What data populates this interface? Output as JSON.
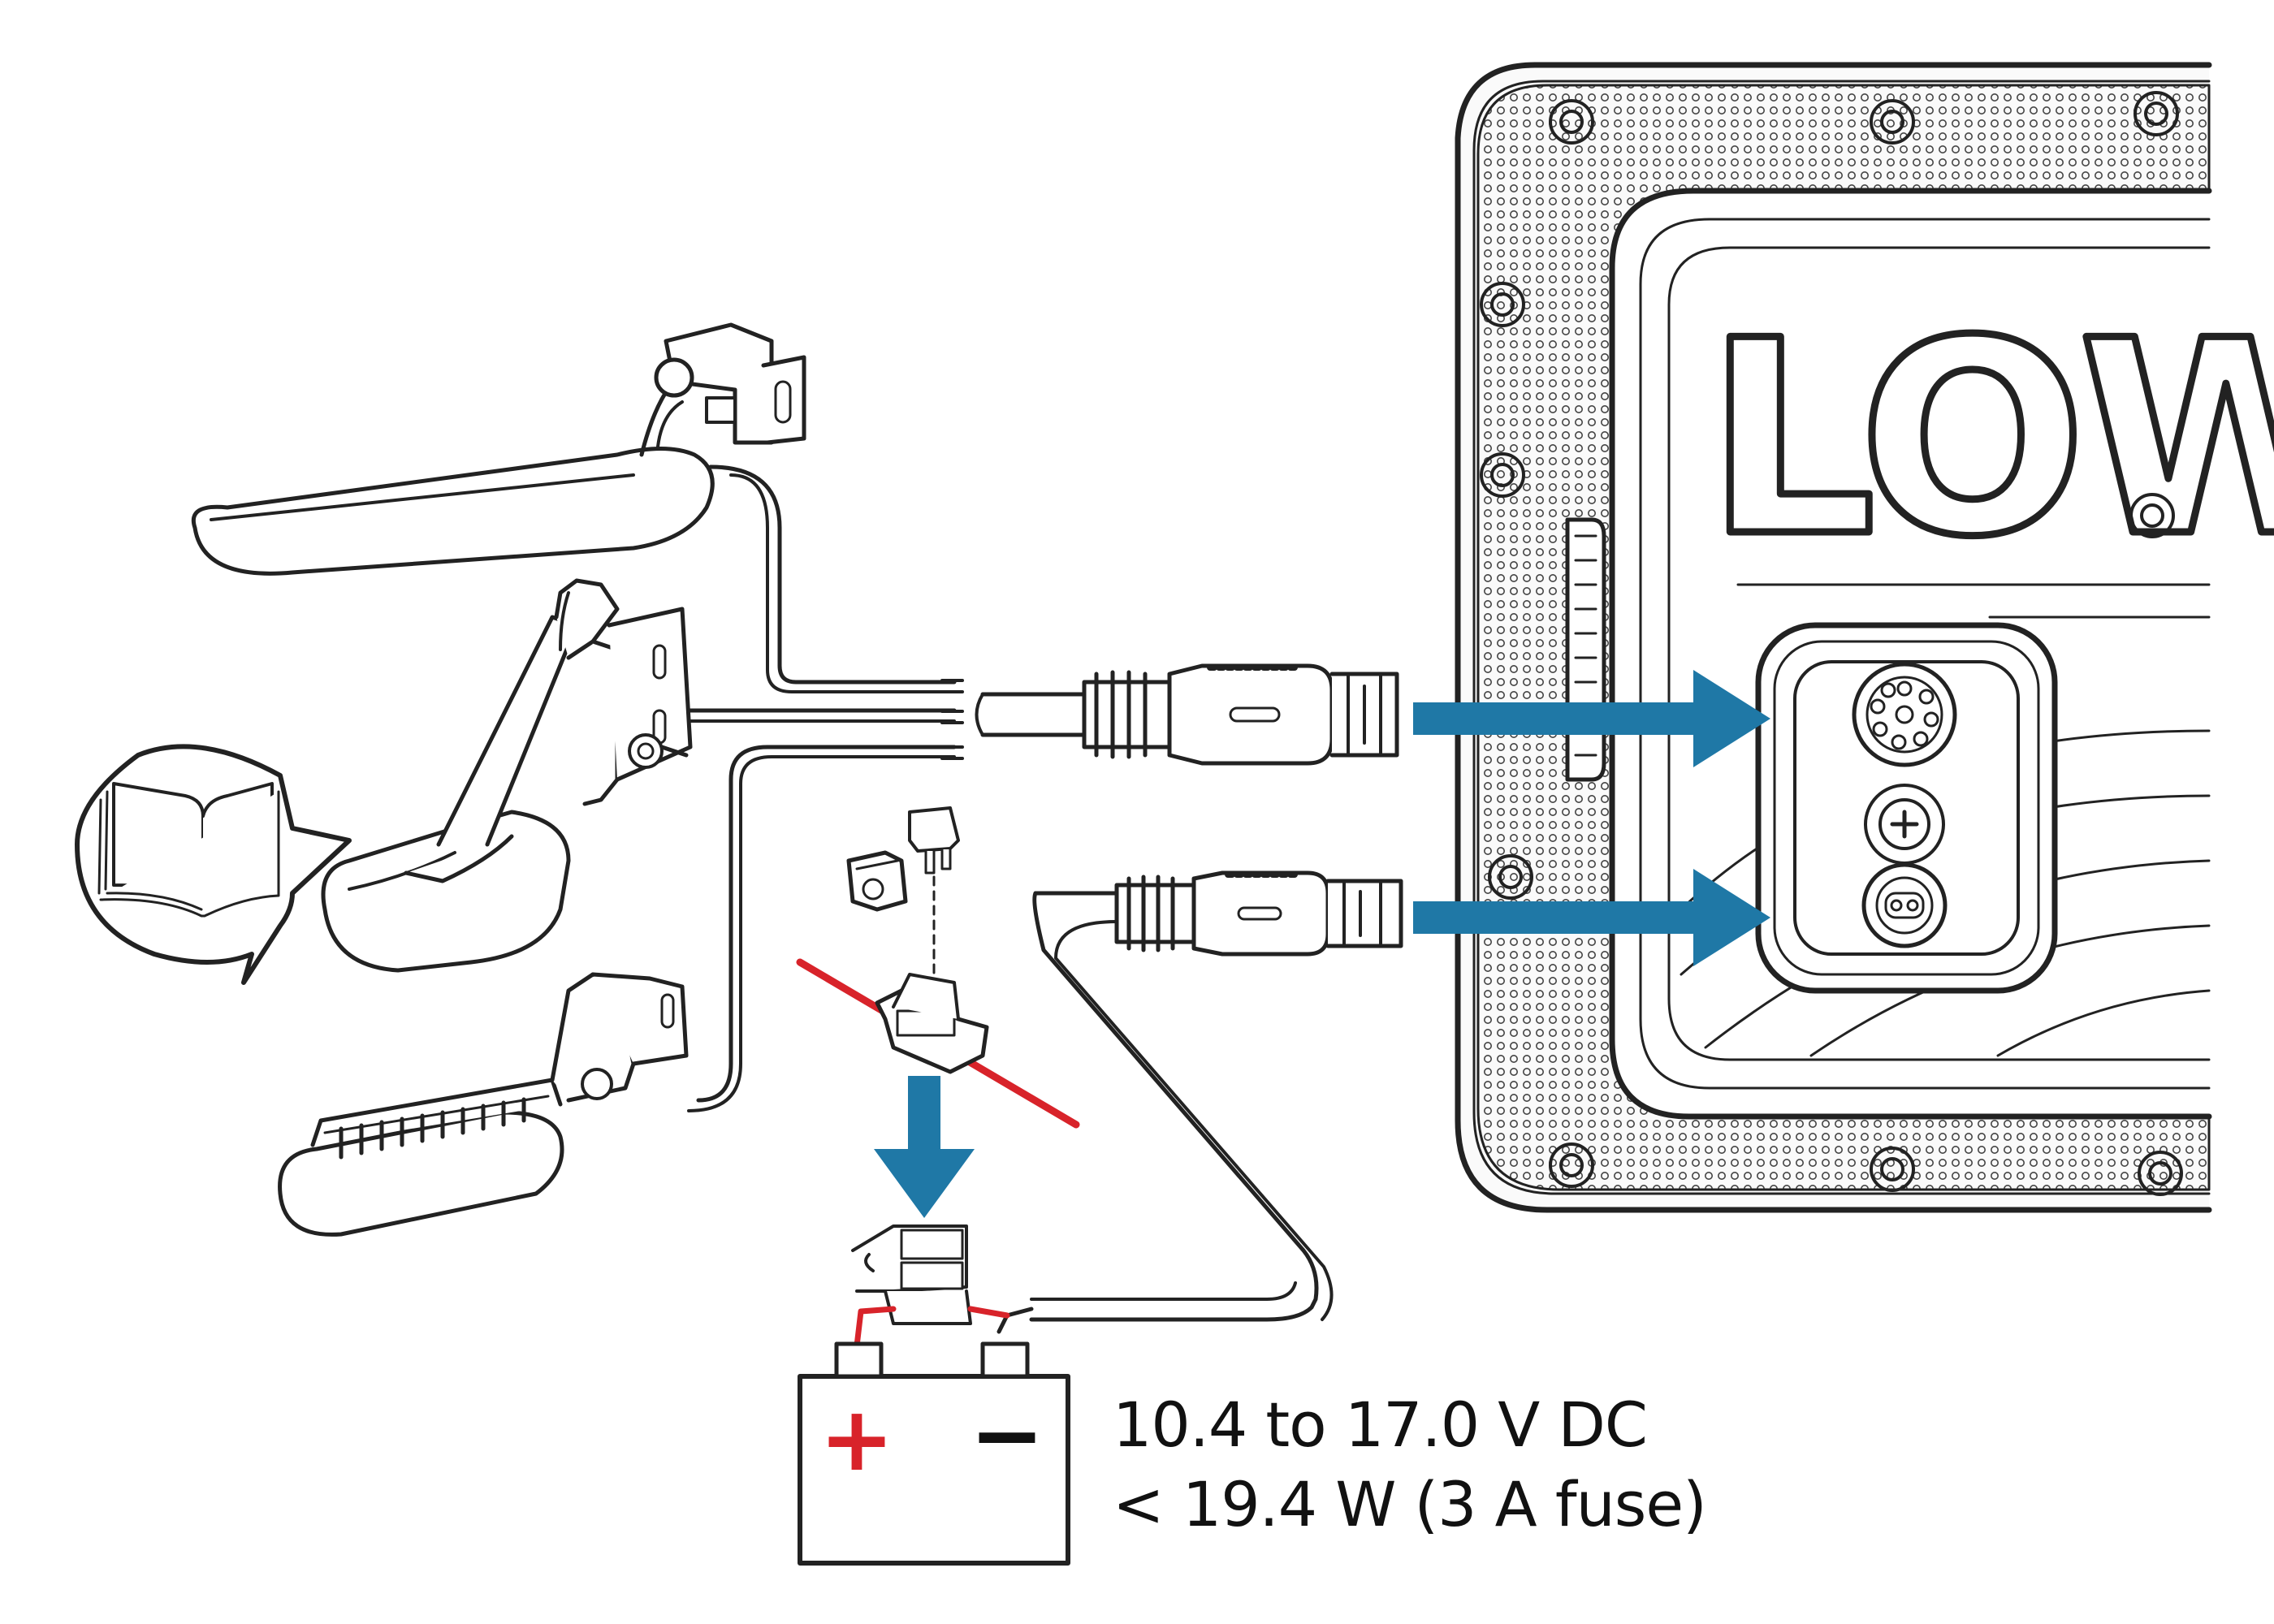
{
  "brand": {
    "logo_text": "LOW"
  },
  "specs": {
    "voltage": "10.4 to 17.0 V DC",
    "power": "< 19.4 W (3 A fuse)"
  },
  "battery": {
    "positive_symbol": "+",
    "negative_symbol": "−"
  },
  "icons": {
    "manual": "open-book-icon",
    "arrows": "arrow-right-icon, arrow-down-icon",
    "fuse": "fuse-icon"
  },
  "colors": {
    "arrow": "#1f78a6",
    "power_wire_positive": "#d8232a",
    "line_art": "#222222",
    "background": "#ffffff"
  }
}
